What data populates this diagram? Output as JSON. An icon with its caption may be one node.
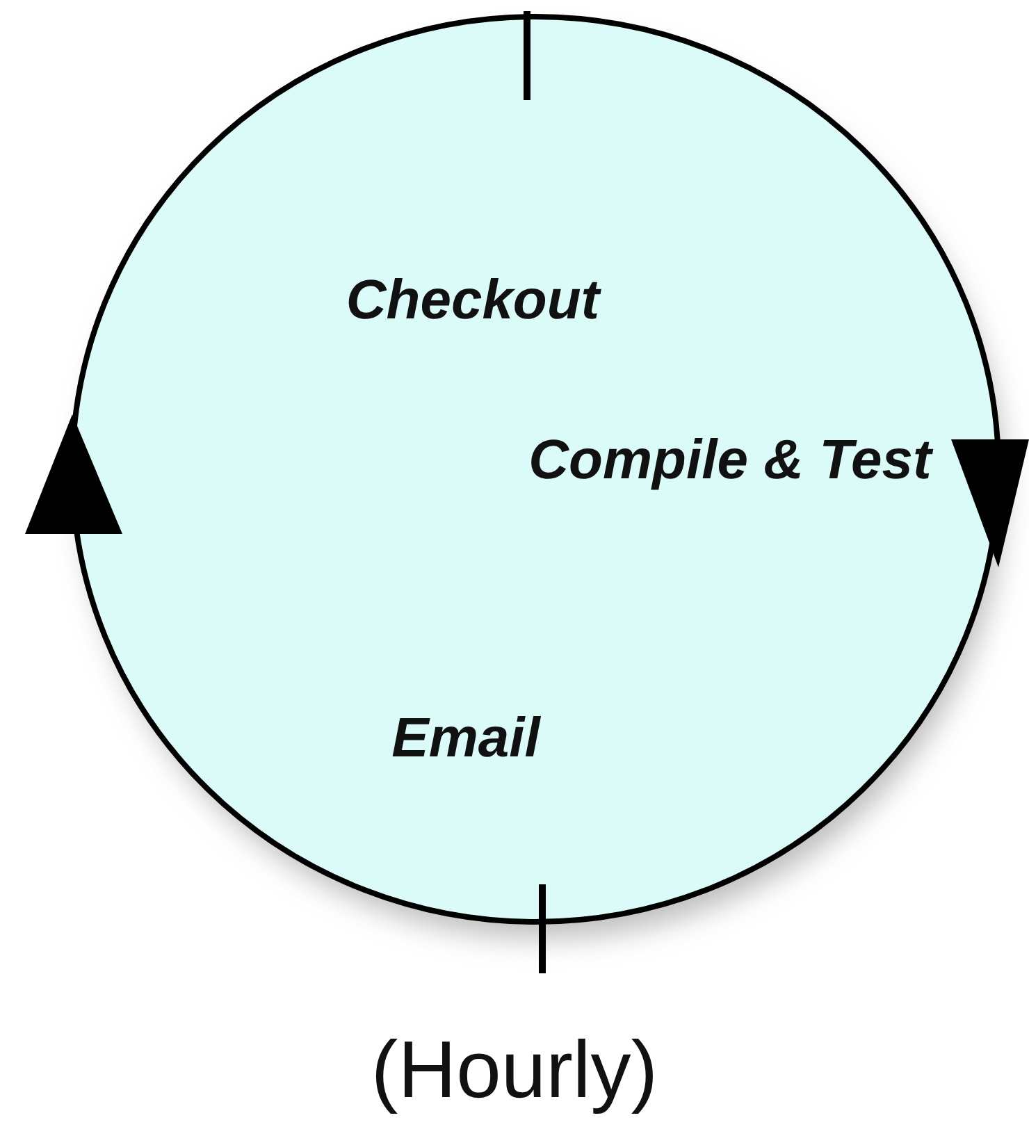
{
  "diagram": {
    "caption": "(Hourly)",
    "nodes": [
      {
        "text": [
          "Checkout",
          "Compile & Test",
          "Email"
        ]
      }
    ]
  }
}
